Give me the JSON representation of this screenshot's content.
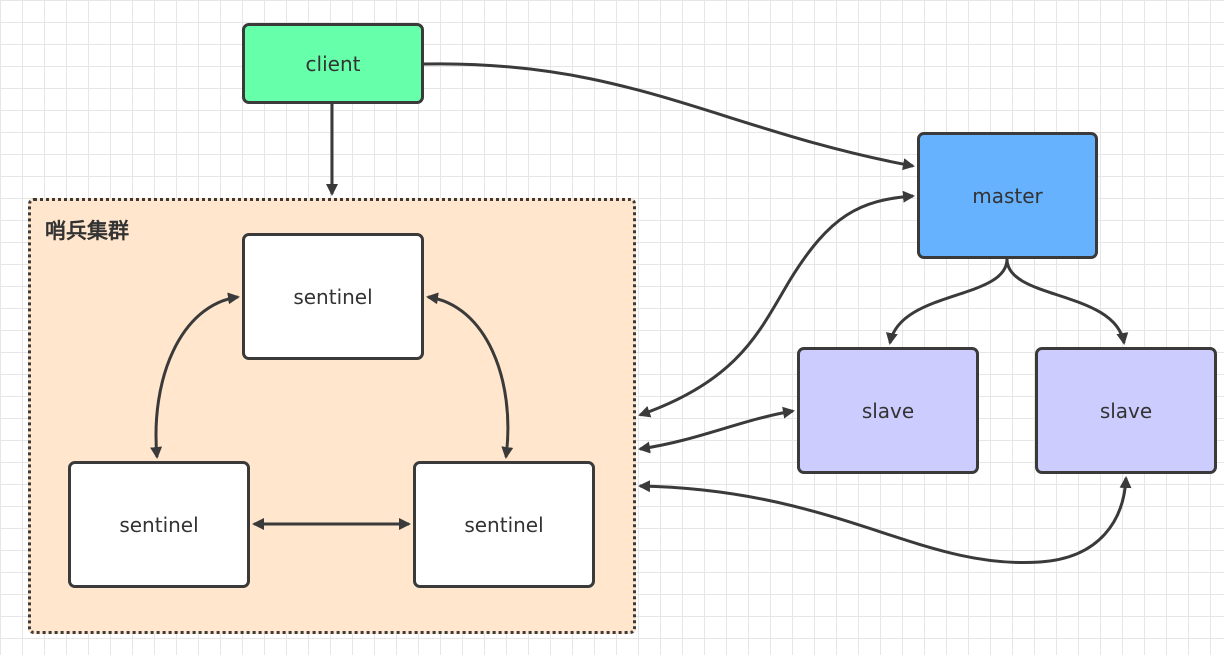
{
  "cluster": {
    "title": "哨兵集群"
  },
  "nodes": {
    "client": "client",
    "master": "master",
    "slave_1": "slave",
    "slave_2": "slave",
    "sentinel_top": "sentinel",
    "sentinel_left": "sentinel",
    "sentinel_right": "sentinel"
  },
  "colors": {
    "client_fill": "#66ffaa",
    "master_fill": "#66b2ff",
    "slave_fill": "#ccccff",
    "sentinel_fill": "#ffffff",
    "cluster_fill": "#ffe6cc",
    "stroke": "#3a3a3a",
    "grid": "#e6e6e6"
  },
  "edges": [
    {
      "from": "client",
      "to": "sentinel-cluster",
      "direction": "forward"
    },
    {
      "from": "client",
      "to": "master",
      "direction": "forward"
    },
    {
      "from": "master",
      "to": "slave_1",
      "direction": "forward"
    },
    {
      "from": "master",
      "to": "slave_2",
      "direction": "forward"
    },
    {
      "from": "sentinel-cluster",
      "to": "master",
      "direction": "both"
    },
    {
      "from": "sentinel-cluster",
      "to": "slave_1",
      "direction": "both"
    },
    {
      "from": "sentinel-cluster",
      "to": "slave_2",
      "direction": "both"
    },
    {
      "from": "sentinel_top",
      "to": "sentinel_left",
      "direction": "both"
    },
    {
      "from": "sentinel_top",
      "to": "sentinel_right",
      "direction": "both"
    },
    {
      "from": "sentinel_left",
      "to": "sentinel_right",
      "direction": "both"
    }
  ]
}
